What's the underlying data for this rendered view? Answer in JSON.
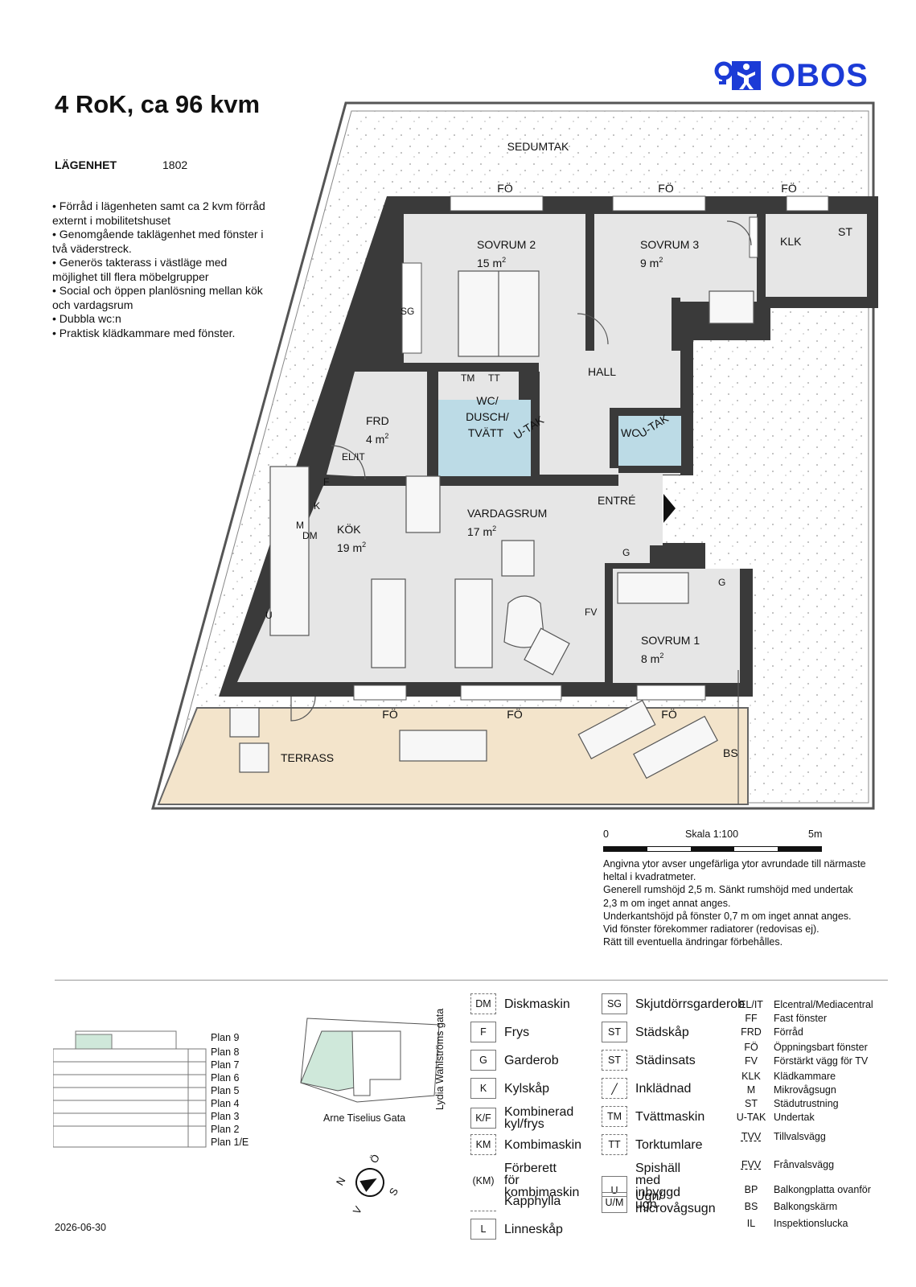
{
  "header": {
    "title": "4 RoK, ca 96 kvm",
    "apartment_label": "LÄGENHET",
    "apartment_number": "1802",
    "brand": "OBOS",
    "brand_color": "#1c3bd6"
  },
  "features": [
    "Förråd i lägenheten samt ca 2 kvm förråd externt i mobilitetshuset",
    "Genomgående taklägenhet med fönster i två väderstreck.",
    "Generös takterass i västläge med möjlighet till flera möbelgrupper",
    "Social och öppen planlösning mellan kök och vardagsrum",
    "Dubbla wc:n",
    "Praktisk klädkammare med fönster."
  ],
  "plan": {
    "sedumtak": "SEDUMTAK",
    "window_label": "FÖ",
    "rooms": {
      "sovrum2": {
        "name": "SOVRUM 2",
        "area": "15 m"
      },
      "sovrum3": {
        "name": "SOVRUM 3",
        "area": "9 m"
      },
      "klk": {
        "name": "KLK"
      },
      "hall": {
        "name": "HALL"
      },
      "frd": {
        "name": "FRD",
        "area": "4 m"
      },
      "wc_dusch": {
        "line1": "WC/",
        "line2": "DUSCH/",
        "line3": "TVÄTT"
      },
      "wc": {
        "name": "WC"
      },
      "kok": {
        "name": "KÖK",
        "area": "19 m"
      },
      "vardagsrum": {
        "name": "VARDAGSRUM",
        "area": "17 m"
      },
      "entre": {
        "name": "ENTRÉ"
      },
      "sovrum1": {
        "name": "SOVRUM 1",
        "area": "8 m"
      },
      "terrass": {
        "name": "TERRASS"
      }
    },
    "superscript": "2",
    "marks": {
      "st": "ST",
      "sg": "SG",
      "tm": "TM",
      "tt": "TT",
      "utak": "U-TAK",
      "elit": "EL/IT",
      "f": "F",
      "k": "K",
      "m": "M",
      "dm": "DM",
      "u": "U",
      "g": "G",
      "fv": "FV",
      "bs": "BS"
    },
    "room_color": "#e6e6e6",
    "wet_color": "#bcdbe6",
    "terrace_color": "#f3e4cb",
    "wall_color": "#3a3a3a"
  },
  "scale": {
    "start": "0",
    "label": "Skala 1:100",
    "end": "5m"
  },
  "notes": [
    "Angivna ytor avser ungefärliga ytor avrundade till närmaste heltal i kvadratmeter.",
    "Generell rumshöjd 2,5 m. Sänkt rumshöjd med undertak 2,3 m om inget annat anges.",
    "Underkantshöjd på fönster 0,7 m om inget annat anges.",
    "Vid fönster förekommer radiatorer (redovisas ej).",
    "Rätt till eventuella ändringar förbehålles."
  ],
  "floors": [
    "Plan 9",
    "Plan 8",
    "Plan 7",
    "Plan 6",
    "Plan 5",
    "Plan 4",
    "Plan 3",
    "Plan 2",
    "Plan 1/E"
  ],
  "site": {
    "street1": "Arne Tiselius Gata",
    "street2": "Lydia Wahlströms gata"
  },
  "compass": {
    "n": "N",
    "o": "Ö",
    "s": "S",
    "v": "V"
  },
  "legend_col1": [
    {
      "code": "DM",
      "desc": "Diskmaskin",
      "dashed": true
    },
    {
      "code": "F",
      "desc": "Frys",
      "dashed": false
    },
    {
      "code": "G",
      "desc": "Garderob",
      "dashed": false
    },
    {
      "code": "K",
      "desc": "Kylskåp",
      "dashed": false
    },
    {
      "code": "K/F",
      "desc": "Kombinerad kyl/frys",
      "dashed": false
    },
    {
      "code": "KM",
      "desc": "Kombimaskin",
      "dashed": true
    },
    {
      "code": "(KM)",
      "desc": "Förberett för kombimaskin",
      "dashed": false,
      "nobox": true
    },
    {
      "code": "",
      "desc": "Kapphylla",
      "dashed": false,
      "nobox": true
    },
    {
      "code": "L",
      "desc": "Linneskåp",
      "dashed": false
    }
  ],
  "legend_col2": [
    {
      "code": "SG",
      "desc": "Skjutdörrsgarderob",
      "dashed": false
    },
    {
      "code": "ST",
      "desc": "Städskåp",
      "dashed": false
    },
    {
      "code": "ST",
      "desc": "Städinsats",
      "dashed": true
    },
    {
      "code": "",
      "desc": "Inklädnad",
      "dashed": true
    },
    {
      "code": "TM",
      "desc": "Tvättmaskin",
      "dashed": true
    },
    {
      "code": "TT",
      "desc": "Torktumlare",
      "dashed": true
    },
    {
      "code": "U",
      "desc": "Spishäll med inbyggd ugn",
      "dashed": false
    },
    {
      "code": "U/M",
      "desc": "Ugn/ microvågsugn",
      "dashed": false
    }
  ],
  "legend_col3": [
    {
      "code": "EL/IT",
      "desc": "Elcentral/Mediacentral"
    },
    {
      "code": "FF",
      "desc": "Fast fönster"
    },
    {
      "code": "FRD",
      "desc": "Förråd"
    },
    {
      "code": "FÖ",
      "desc": "Öppningsbart fönster"
    },
    {
      "code": "FV",
      "desc": "Förstärkt vägg för TV"
    },
    {
      "code": "KLK",
      "desc": "Klädkammare"
    },
    {
      "code": "M",
      "desc": "Mikrovågsugn"
    },
    {
      "code": "ST",
      "desc": "Städutrustning"
    },
    {
      "code": "U-TAK",
      "desc": "Undertak"
    },
    {
      "code": "TVV",
      "desc": "Tillvalsvägg"
    },
    {
      "code": "FVV",
      "desc": "Frånvalsvägg"
    },
    {
      "code": "BP",
      "desc": "Balkongplatta ovanför"
    },
    {
      "code": "BS",
      "desc": "Balkongskärm"
    },
    {
      "code": "IL",
      "desc": "Inspektionslucka"
    }
  ],
  "date": "2026-06-30"
}
